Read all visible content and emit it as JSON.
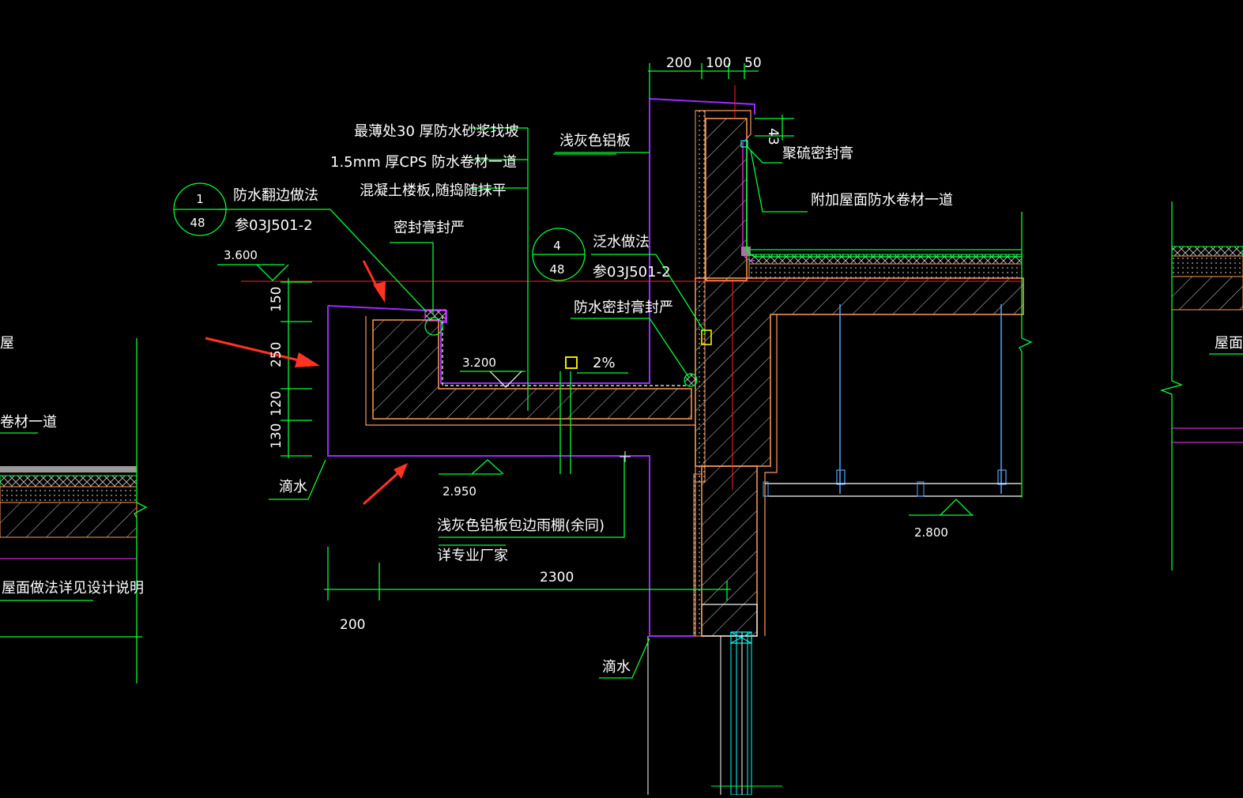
{
  "labels": {
    "mortar": "最薄处30 厚防水砂浆找坡",
    "membrane": "1.5mm   厚CPS 防水卷材一道",
    "slab": "混凝土楼板,随捣随抹平",
    "aluminum": "浅灰色铝板",
    "polysulfide": "聚硫密封膏",
    "extra_membrane": "附加屋面防水卷材一道",
    "upturn": "防水翻边做法",
    "upturn_ref": "参03J501-2",
    "sealant_seal": "密封膏封严",
    "flashing": "泛水做法",
    "flashing_ref": "参03J501-2",
    "waterproof_seal": "防水密封膏封严",
    "drip_left": "滴水",
    "drip_bottom": "滴水",
    "canopy_note": "浅灰色铝板包边雨棚(余同)",
    "vendor_note": "详专业厂家",
    "slope": "2%",
    "left_membrane": "卷材一道",
    "left_roof_note": "屋面做法详见设计说明",
    "right_partial": "屋面",
    "left_edge_char": "屋"
  },
  "callouts": {
    "c1": {
      "top": "1",
      "bottom": "48"
    },
    "c4": {
      "top": "4",
      "bottom": "48"
    }
  },
  "levels": {
    "l3600": "3.600",
    "l3200": "3.200",
    "l2950": "2.950",
    "l2800": "2.800"
  },
  "dimensions": {
    "top_200": "200",
    "top_100": "100",
    "top_50": "50",
    "side_43": "43",
    "v150": "150",
    "v250": "250",
    "v120": "120",
    "v130": "130",
    "span_2300": "2300",
    "offset_200": "200"
  },
  "colors": {
    "background": "#000000",
    "leader": "#00ff33",
    "aluminum_outline": "#9a2bff",
    "concrete_outline": "#ff9a5a",
    "arrow": "#ff3322",
    "text": "#ffffff"
  }
}
